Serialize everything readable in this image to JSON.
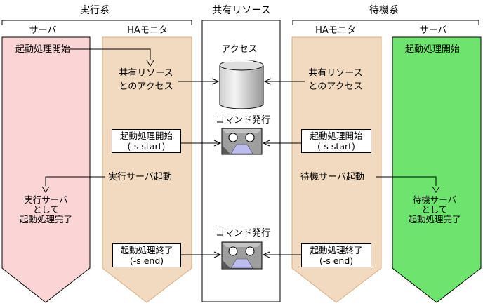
{
  "header": {
    "active_title": "実行系",
    "shared_title": "共有リソース",
    "standby_title": "待機系",
    "active_server_col": "サーバ",
    "active_ha_col": "HAモニタ",
    "standby_ha_col": "HAモニタ",
    "standby_server_col": "サーバ"
  },
  "active": {
    "start_event": "起動処理開始",
    "resource_access": "共有リソース\nとのアクセス",
    "start_command": "起動処理開始\n(-s start)",
    "server_start": "実行サーバ起動",
    "complete": "実行サーバ\nとして\n起動処理完了",
    "end_command": "起動処理終了\n(-s end)"
  },
  "shared": {
    "access_label": "アクセス",
    "command_label_top": "コマンド発行",
    "command_label_bottom": "コマンド発行"
  },
  "standby": {
    "start_event": "起動処理開始",
    "resource_access": "共有リソース\nとのアクセス",
    "start_command": "起動処理開始\n(-s start)",
    "server_start": "待機サーバ起動",
    "complete": "待機サーバ\nとして\n起動処理完了",
    "end_command": "起動処理終了\n(-s end)"
  },
  "icons": {
    "shared_resource": "database-cylinder-icon",
    "command_issue": "command-issue-icon"
  },
  "colors": {
    "active_server_fill": "#FBD5D5",
    "ha_monitor_fill": "#F1DAC0",
    "ha_monitor_border": "#D9AC82",
    "standby_server_fill": "#6DE46D",
    "outline": "#000000",
    "command_icon_body": "#9E9E9E",
    "command_icon_tape": "#BCBCEE"
  }
}
